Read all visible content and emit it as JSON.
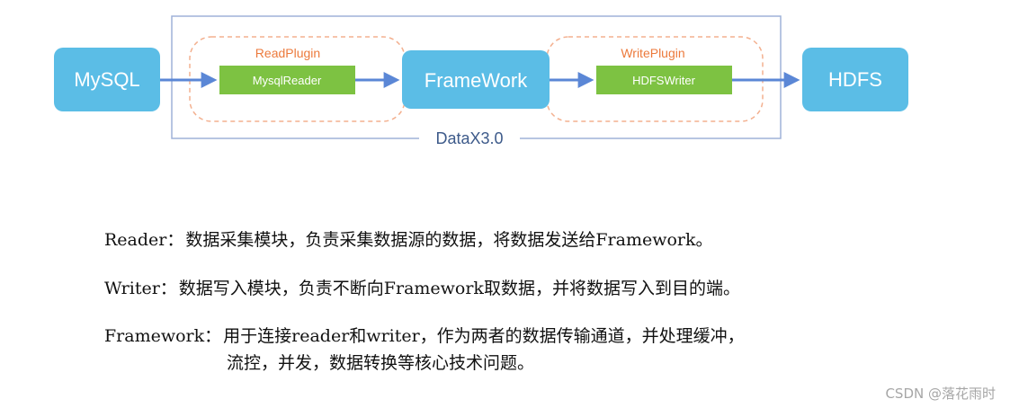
{
  "diagram": {
    "source_label": "MySQL",
    "framework_label": "FrameWork",
    "target_label": "HDFS",
    "read_plugin": {
      "title": "ReadPlugin",
      "component": "MysqlReader"
    },
    "write_plugin": {
      "title": "WritePlugin",
      "component": "HDFSWriter"
    },
    "container_label": "DataX3.0",
    "colors": {
      "node_blue": "#5bbde6",
      "plugin_green": "#7dc242",
      "dashed_orange": "#f3b08f",
      "plugin_title_orange": "#ec7a3c",
      "arrow_blue": "#5b87d6",
      "container_border": "#9fb2d8",
      "container_text": "#3d5a8a"
    }
  },
  "descriptions": {
    "reader": {
      "term": "Reader：",
      "text": "数据采集模块，负责采集数据源的数据，将数据发送给Framework。"
    },
    "writer": {
      "term": "Writer：",
      "text": "数据写入模块，负责不断向Framework取数据，并将数据写入到目的端。"
    },
    "framework": {
      "term": "Framework：",
      "text": "用于连接reader和writer，作为两者的数据传输通道，并处理缓冲，",
      "continuation": "流控，并发，数据转换等核心技术问题。"
    }
  },
  "watermark": "CSDN @落花雨时"
}
